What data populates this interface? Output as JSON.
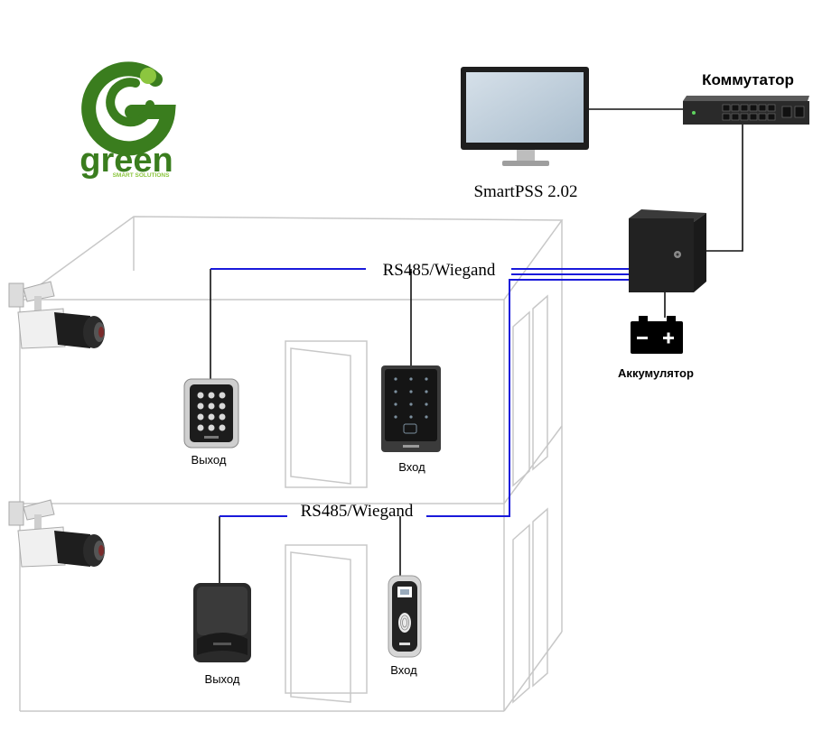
{
  "logo": {
    "name": "green",
    "tagline": "SMART SOLUTIONS",
    "colors": {
      "dark": "#3a7d1e",
      "light": "#8cc63f"
    }
  },
  "labels": {
    "switch": "Коммутатор",
    "software": "SmartPSS 2.02",
    "battery": "Аккумулятор",
    "bus_top": "RS485/Wiegand",
    "bus_bottom": "RS485/Wiegand",
    "exit_top": "Выход",
    "entry_top": "Вход",
    "exit_bottom": "Выход",
    "entry_bottom": "Вход"
  },
  "icons": {
    "monitor": "monitor-icon",
    "switch": "network-switch-icon",
    "controller": "access-controller-icon",
    "battery": "battery-icon",
    "camera": "cctv-camera-icon",
    "keypad_reader": "keypad-reader-icon",
    "card_reader": "card-reader-icon",
    "fingerprint_reader": "fingerprint-reader-icon",
    "door": "door-icon"
  },
  "colors": {
    "bus": "#1a1adb",
    "network": "#111111",
    "building": "#c8c8c8"
  }
}
